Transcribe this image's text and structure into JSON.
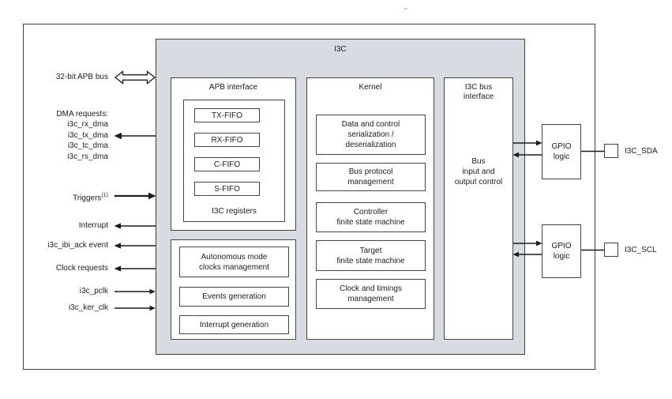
{
  "diagram": {
    "title": "I3C",
    "left_signals": {
      "apb_bus": "32-bit APB bus",
      "dma_title": "DMA requests:",
      "dma_lines": [
        "i3c_rx_dma",
        "i3c_tx_dma",
        "i3c_tc_dma",
        "i3c_rs_dma"
      ],
      "triggers_label": "Triggers",
      "triggers_sup": "(1)",
      "interrupt": "Interrupt",
      "ibi_ack": "i3c_ibi_ack event",
      "clock_requests": "Clock requests",
      "pclk": "i3c_pclk",
      "ker_clk": "i3c_ker_clk"
    },
    "apb_interface": {
      "title": "APB interface",
      "fifos": [
        "TX-FIFO",
        "RX-FIFO",
        "C-FIFO",
        "S-FIFO"
      ],
      "registers_label": "I3C registers"
    },
    "clocks_block": {
      "items": [
        "Autonomous mode\nclocks management",
        "Events generation",
        "Interrupt generation"
      ]
    },
    "kernel": {
      "title": "Kernel",
      "items": [
        "Data and control\nserialization /\ndeserialization",
        "Bus protocol\nmanagement",
        "Controller\nfinite state machine",
        "Target\nfinite state machine",
        "Clock and timings\nmanagement"
      ]
    },
    "bus_interface": {
      "title": "I3C bus\ninterface",
      "body": "Bus\ninput and\noutput control"
    },
    "gpio_label": "GPIO\nlogic",
    "pads": {
      "sda": "I3C_SDA",
      "scl": "I3C_SCL"
    },
    "colors": {
      "block_fill": "#d8dce2",
      "border": "#3f3f3f",
      "text": "#1c1c1c"
    }
  }
}
